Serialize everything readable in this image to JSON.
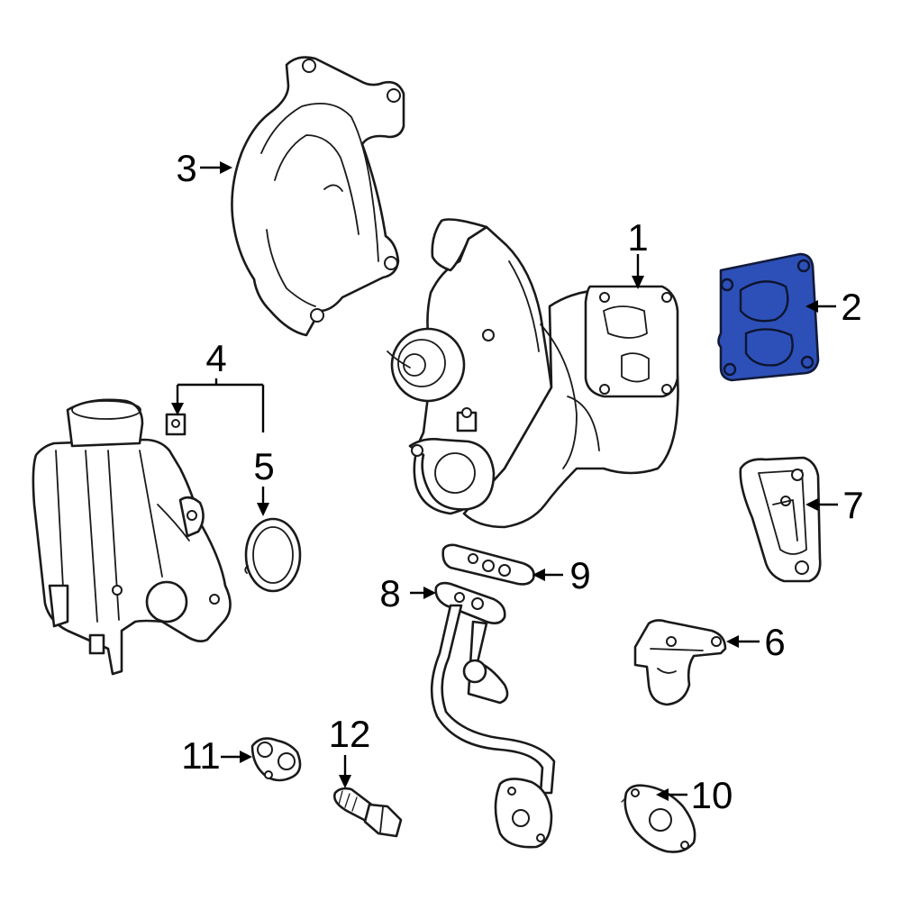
{
  "diagram": {
    "highlight_color": "#2d50b8",
    "callouts": [
      {
        "id": "1",
        "label": "1"
      },
      {
        "id": "2",
        "label": "2"
      },
      {
        "id": "3",
        "label": "3"
      },
      {
        "id": "4",
        "label": "4"
      },
      {
        "id": "5",
        "label": "5"
      },
      {
        "id": "6",
        "label": "6"
      },
      {
        "id": "7",
        "label": "7"
      },
      {
        "id": "8",
        "label": "8"
      },
      {
        "id": "9",
        "label": "9"
      },
      {
        "id": "10",
        "label": "10"
      },
      {
        "id": "11",
        "label": "11"
      },
      {
        "id": "12",
        "label": "12"
      }
    ]
  }
}
